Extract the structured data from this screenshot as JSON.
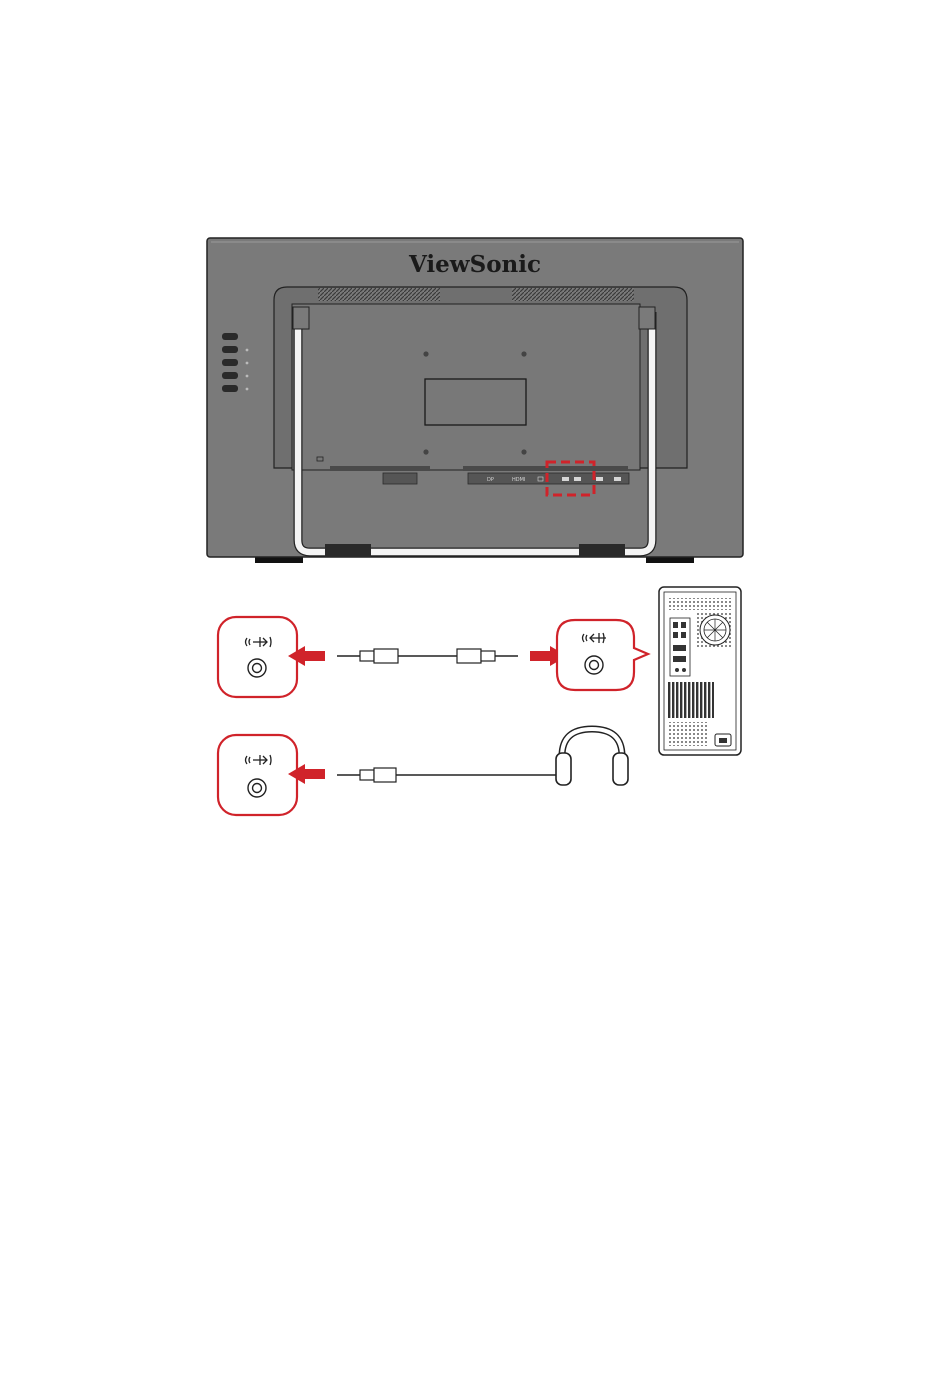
{
  "monitor": {
    "brand": "ViewSonic",
    "port_labels": [
      "DP",
      "HDMI"
    ]
  },
  "colors": {
    "accent_red": "#d0232a",
    "monitor_gray": "#7a7a7a",
    "monitor_dark": "#555555",
    "outline": "#222222"
  },
  "icons": [
    "audio-in-icon",
    "audio-out-icon",
    "audio-jack-icon",
    "audio-cable-icon",
    "headphones-icon",
    "desktop-pc-icon",
    "red-arrow-icon",
    "highlight-box"
  ]
}
